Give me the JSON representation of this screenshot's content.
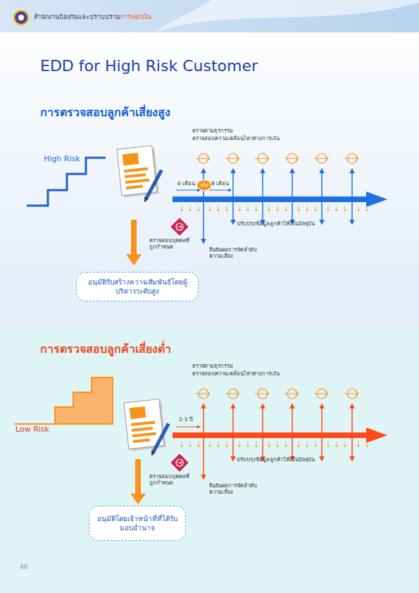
{
  "diagram": {
    "title": "EDD for High Risk Customer",
    "nodes": [
      {
        "text": [
          "หรือ"
        ]
      },
      {
        "text": [
          "อนุมัติรับสร้างความสัมพันธ์โดยผู้บริหารระดับสูง"
        ]
      },
      {
        "text": [
          "อนุมัติโดยเจ้าหน้าที่ที่ได้รับมอบอำนาจ"
        ]
      }
    ],
    "labels": [
      "สำนักงานป้องกันและปราบปราม",
      "การฟอกเงิน",
      "การตรวจสอบลูกค้าเสี่ยงสูง",
      "ตรวจตามธุรกรรม",
      "ตรวจสอบความเคลื่อนไหวทางการเงิน",
      "High Risk",
      "6 เดือน",
      "8 เดือน",
      "ปรับปรุงข้อมูลลูกค้าให้เป็นปัจจุบัน",
      "ตรวจสอบบุคคลที่ถูกกำหนด",
      "ยืนยันผลการจัดลำดับความเสี่ยง",
      "การตรวจสอบลูกค้าเสี่ยงต่ำ",
      "ตรวจตามธุรกรรม",
      "ตรวจสอบความเคลื่อนไหวทางการเงิน",
      "2-3 ปี",
      "Low Risk",
      "ปรับปรุงข้อมูลลูกค้าให้เป็นปัจจุบัน",
      "ตรวจสอบบุคคลที่ถูกกำหนด",
      "ยืนยันผลการจัดลำดับความเสี่ยง",
      "46"
    ]
  }
}
